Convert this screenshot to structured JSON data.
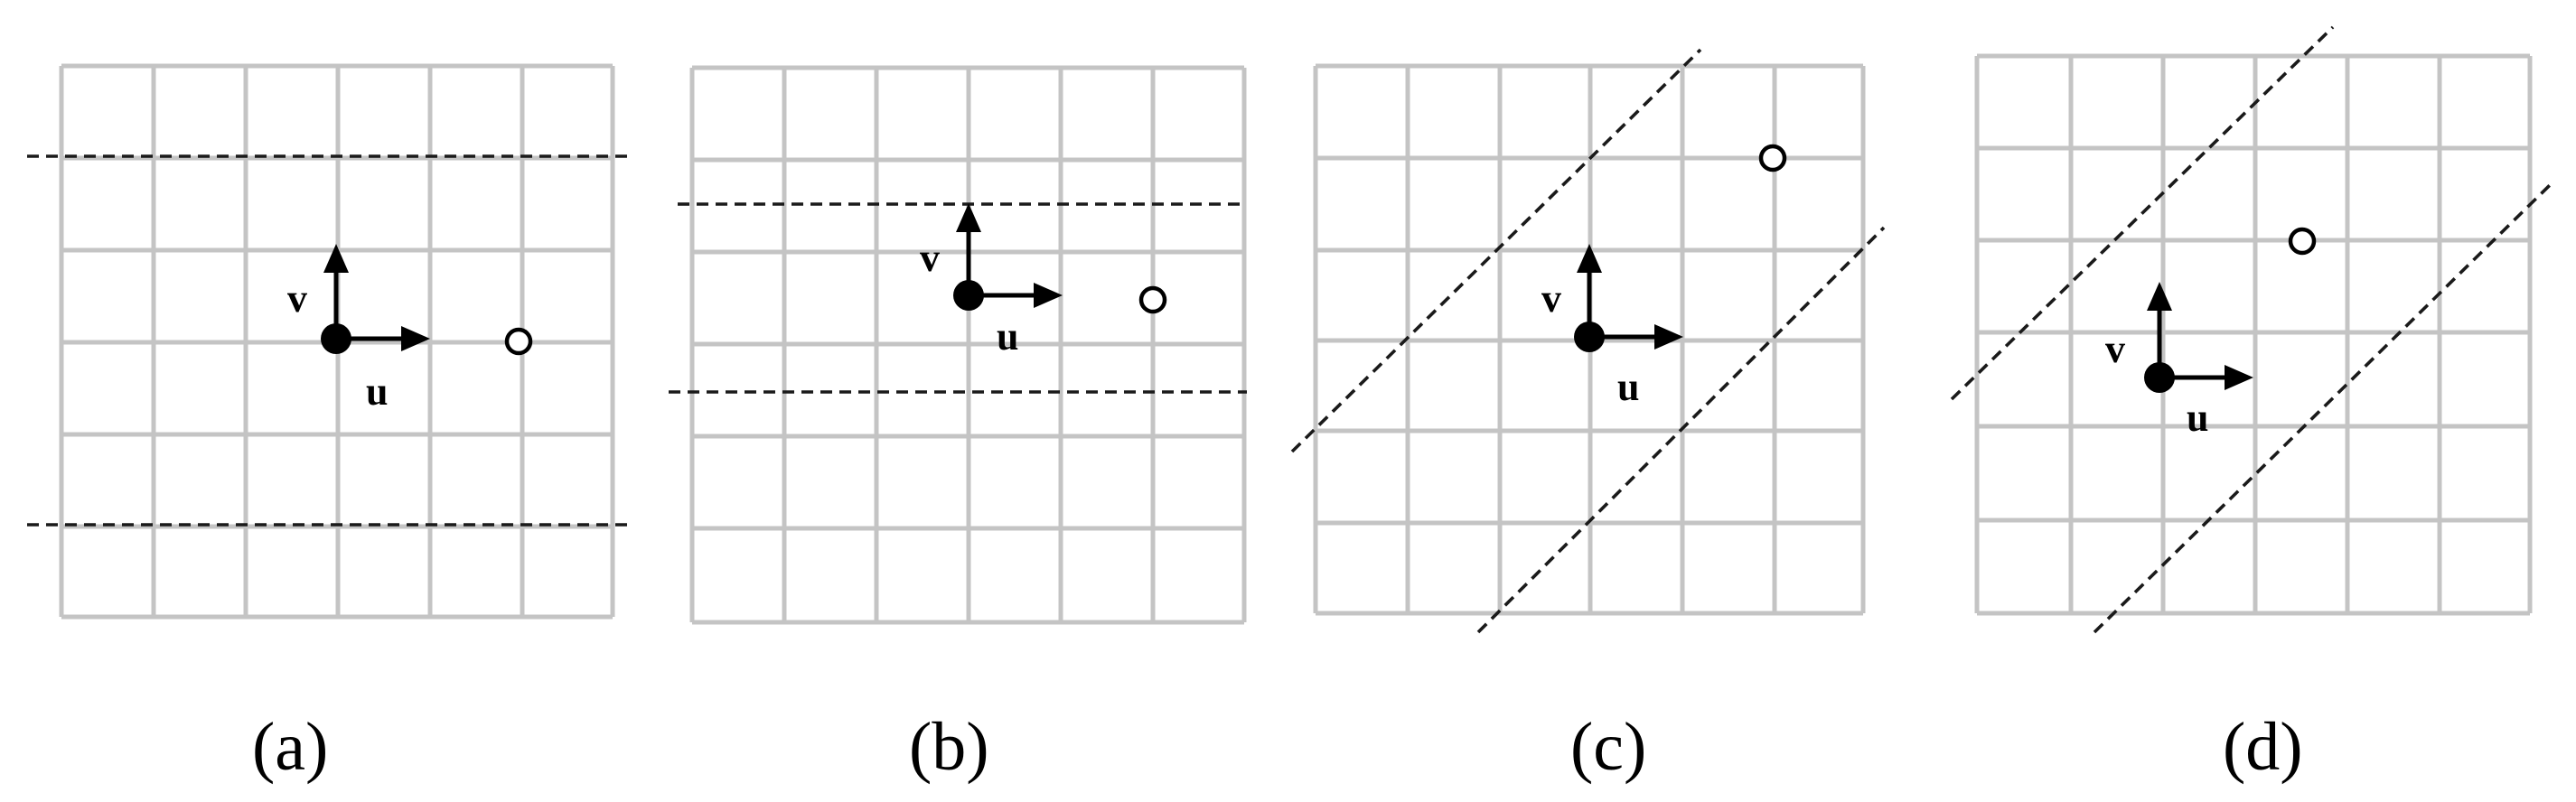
{
  "panels": [
    {
      "id": "a",
      "caption": "(a)",
      "u_label": "u",
      "v_label": "v"
    },
    {
      "id": "b",
      "caption": "(b)",
      "u_label": "u",
      "v_label": "v"
    },
    {
      "id": "c",
      "caption": "(c)",
      "u_label": "u",
      "v_label": "v"
    },
    {
      "id": "d",
      "caption": "(d)",
      "u_label": "u",
      "v_label": "v"
    }
  ],
  "colors": {
    "grid": "#c4c4c4",
    "dashed": "#1a1a1a",
    "ink": "#000000",
    "background": "#ffffff"
  }
}
